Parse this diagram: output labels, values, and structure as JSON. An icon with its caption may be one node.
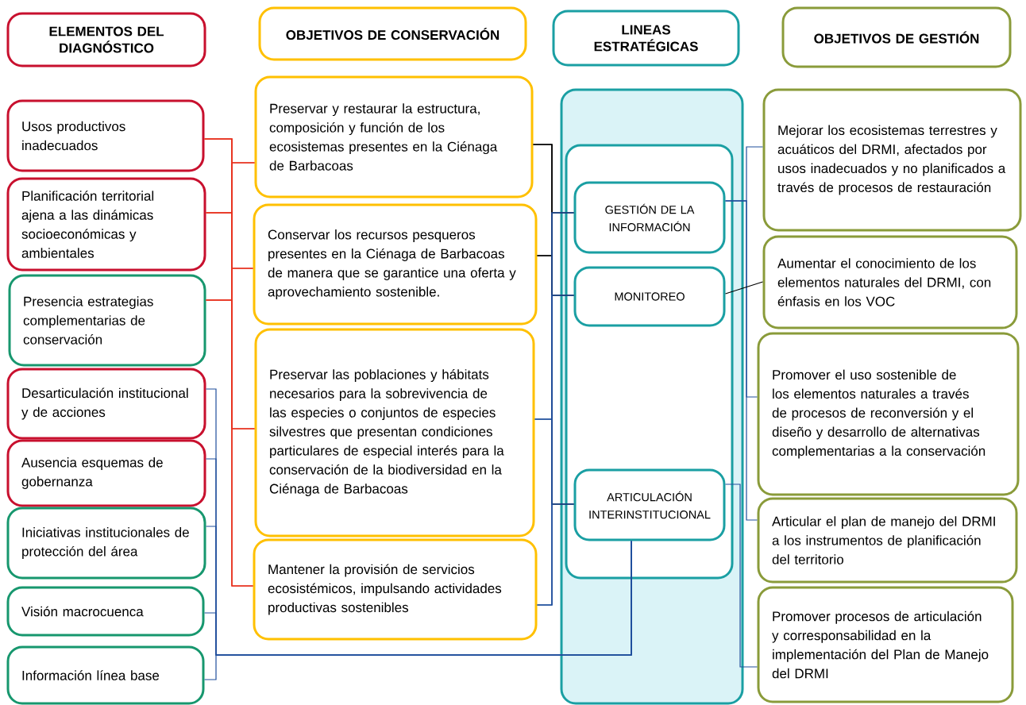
{
  "diagram": {
    "nodes": [
      {
        "text": [
          "ELEMENTOS DEL DIAGNÓSTICO"
        ]
      },
      {
        "text": [
          "OBJETIVOS DE CONSERVACIÓN"
        ]
      },
      {
        "text": [
          "LINEAS ESTRATÉGICAS"
        ]
      },
      {
        "text": [
          "OBJETIVOS DE GESTIÓN"
        ]
      },
      {
        "text": [
          "Usos productivos inadecuados"
        ]
      },
      {
        "text": [
          "Planificación territorial ajena a las dinámicas socioeconómicas y ambientales"
        ]
      },
      {
        "text": [
          "Presencia estrategias complementarias de conservación"
        ]
      },
      {
        "text": [
          "Desarticulación institucional y de acciones"
        ]
      },
      {
        "text": [
          "Ausencia esquemas de gobernanza"
        ]
      },
      {
        "text": [
          "Iniciativas institucionales de protección del área"
        ]
      },
      {
        "text": [
          "Visión macrocuenca"
        ]
      },
      {
        "text": [
          "Información línea base"
        ]
      },
      {
        "text": [
          "Preservar y restaurar la estructura, composición y función de los ecosistemas presentes en la Ciénaga de Barbacoas"
        ]
      },
      {
        "text": [
          "Conservar los recursos pesqueros presentes en la Ciénaga de Barbacoas de manera que se garantice una oferta y aprovechamiento sostenible."
        ]
      },
      {
        "text": [
          "Preservar las poblaciones y hábitats necesarios para la sobrevivencia de las especies o conjuntos de especies silvestres que presentan condiciones particulares de especial interés para la conservación de la biodiversidad en la Ciénaga de Barbacoas"
        ]
      },
      {
        "text": [
          "Mantener la provisión de servicios ecosistémicos, impulsando actividades productivas sostenibles"
        ]
      },
      {
        "text": [],
        "shape": "box"
      },
      {
        "text": [],
        "shape": "box",
        "in": 16
      },
      {
        "text": [
          "GESTIÓN DE LA INFORMACIÓN"
        ],
        "in": 17
      },
      {
        "text": [
          "MONITOREO"
        ],
        "in": 17
      },
      {
        "text": [
          "ARTICULACIÓN INTERINSTITUCIONAL"
        ],
        "in": 17
      },
      {
        "text": [
          "Mejorar los ecosistemas terrestres y acuáticos del DRMI, afectados por usos inadecuados y no planificados a través de procesos de restauración"
        ]
      },
      {
        "text": [
          "Aumentar el conocimiento de los elementos naturales del DRMI, con énfasis en los VOC"
        ]
      },
      {
        "text": [
          "Promover el uso sostenible de los elementos naturales a través de procesos de reconversión y el diseño y desarrollo de alternativas complementarias a la conservación"
        ]
      },
      {
        "text": [
          "Articular el plan de manejo del DRMI a los instrumentos de planificación del territorio"
        ]
      },
      {
        "text": [
          "Promover procesos de articulación y corresponsabilidad en la implementación del Plan de Manejo del DRMI"
        ]
      }
    ],
    "edges": [
      {
        "from": 4,
        "to": 12,
        "arrow": "none",
        "color": "#e8321e"
      },
      {
        "from": 4,
        "to": 13,
        "arrow": "none",
        "color": "#e8321e"
      },
      {
        "from": 4,
        "to": 14,
        "arrow": "none",
        "color": "#e8321e"
      },
      {
        "from": 4,
        "to": 15,
        "arrow": "none",
        "color": "#e8321e"
      },
      {
        "from": 5,
        "to": 12,
        "arrow": "none",
        "color": "#e8321e"
      },
      {
        "from": 5,
        "to": 13,
        "arrow": "none",
        "color": "#e8321e"
      },
      {
        "from": 5,
        "to": 14,
        "arrow": "none",
        "color": "#e8321e"
      },
      {
        "from": 5,
        "to": 15,
        "arrow": "none",
        "color": "#e8321e"
      },
      {
        "from": 6,
        "to": 12,
        "arrow": "none",
        "color": "#e8321e"
      },
      {
        "from": 6,
        "to": 13,
        "arrow": "none",
        "color": "#e8321e"
      },
      {
        "from": 6,
        "to": 14,
        "arrow": "none",
        "color": "#e8321e"
      },
      {
        "from": 6,
        "to": 15,
        "arrow": "none",
        "color": "#e8321e"
      },
      {
        "from": 7,
        "to": 20,
        "arrow": "none",
        "color": "#1f4e9c"
      },
      {
        "from": 8,
        "to": 20,
        "arrow": "none",
        "color": "#1f4e9c"
      },
      {
        "from": 9,
        "to": 20,
        "arrow": "none",
        "color": "#1f4e9c"
      },
      {
        "from": 10,
        "to": 20,
        "arrow": "none",
        "color": "#1f4e9c"
      },
      {
        "from": 11,
        "to": 20,
        "arrow": "none",
        "color": "#1f4e9c"
      },
      {
        "from": 12,
        "to": 18,
        "arrow": "none",
        "color": "#000000"
      },
      {
        "from": 12,
        "to": 19,
        "arrow": "none",
        "color": "#000000"
      },
      {
        "from": 12,
        "to": 20,
        "arrow": "none",
        "color": "#000000"
      },
      {
        "from": 13,
        "to": 18,
        "arrow": "none",
        "color": "#000000"
      },
      {
        "from": 13,
        "to": 19,
        "arrow": "none",
        "color": "#000000"
      },
      {
        "from": 13,
        "to": 20,
        "arrow": "none",
        "color": "#000000"
      },
      {
        "from": 14,
        "to": 18,
        "arrow": "none",
        "color": "#1f4e9c"
      },
      {
        "from": 14,
        "to": 19,
        "arrow": "none",
        "color": "#1f4e9c"
      },
      {
        "from": 14,
        "to": 20,
        "arrow": "none",
        "color": "#1f4e9c"
      },
      {
        "from": 15,
        "to": 18,
        "arrow": "none",
        "color": "#1f4e9c"
      },
      {
        "from": 15,
        "to": 19,
        "arrow": "none",
        "color": "#1f4e9c"
      },
      {
        "from": 15,
        "to": 20,
        "arrow": "none",
        "color": "#1f4e9c"
      },
      {
        "from": 18,
        "to": 21,
        "arrow": "none",
        "color": "#1f4e9c"
      },
      {
        "from": 18,
        "to": 23,
        "arrow": "none",
        "color": "#1f4e9c"
      },
      {
        "from": 18,
        "to": 24,
        "arrow": "none",
        "color": "#1f4e9c"
      },
      {
        "from": 19,
        "to": 22,
        "arrow": "none",
        "color": "#000000"
      },
      {
        "from": 20,
        "to": 25,
        "arrow": "none",
        "color": "#1f4e9c"
      }
    ]
  }
}
